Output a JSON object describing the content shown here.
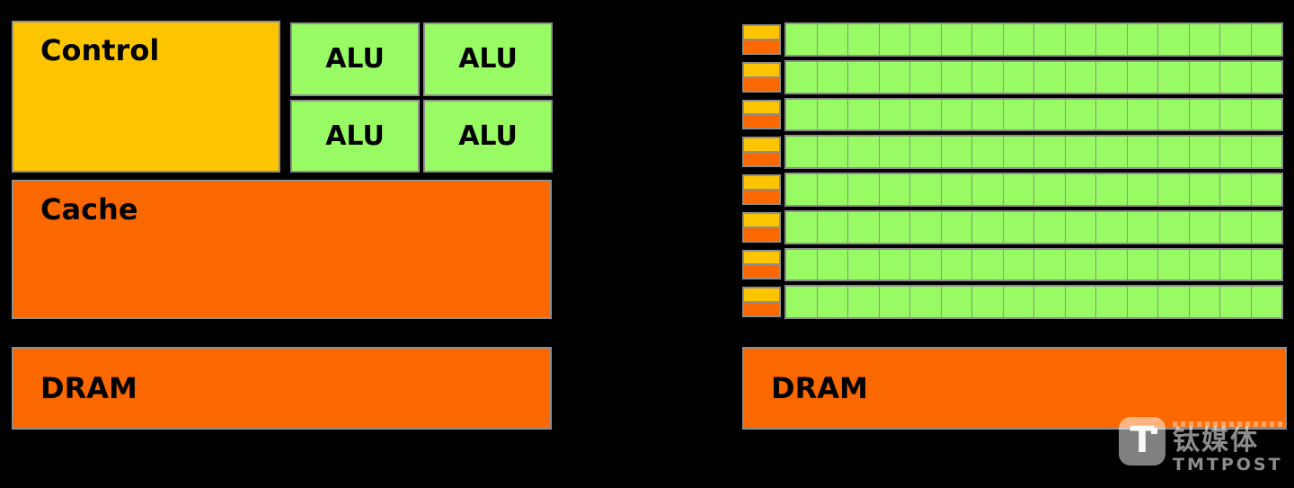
{
  "colors": {
    "background": "#000000",
    "gold": "#FDC500",
    "orange": "#FB6800",
    "green": "#99FB64",
    "border_gray": "#8F8F8F"
  },
  "cpu": {
    "control_label": "Control",
    "alu_labels": [
      "ALU",
      "ALU",
      "ALU",
      "ALU"
    ],
    "cache_label": "Cache",
    "dram_label": "DRAM"
  },
  "gpu": {
    "rows": 8,
    "columns": 16,
    "dram_label": "DRAM"
  },
  "watermark": {
    "logo_letter": "T",
    "name": "钛媒体",
    "subtitle": "TMTPOST"
  }
}
